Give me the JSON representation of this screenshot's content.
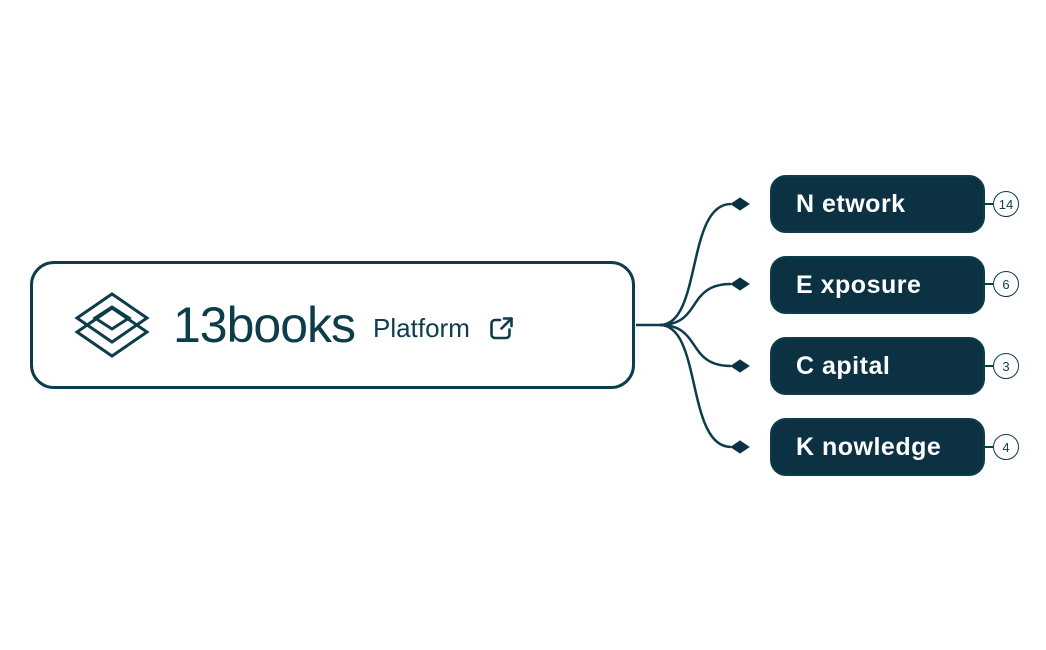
{
  "root": {
    "brand": "13books",
    "label": "Platform",
    "logo_icon": "layered-diamonds-icon",
    "link_icon": "external-link-icon"
  },
  "children": [
    {
      "label": "N etwork",
      "count": "14"
    },
    {
      "label": "E xposure",
      "count": "6"
    },
    {
      "label": "C apital",
      "count": "3"
    },
    {
      "label": "K nowledge",
      "count": "4"
    }
  ],
  "colors": {
    "background": "#ffffff",
    "node_fill": "#0b3143",
    "outline": "#0d3c4b",
    "text_on_dark": "#ffffff"
  }
}
